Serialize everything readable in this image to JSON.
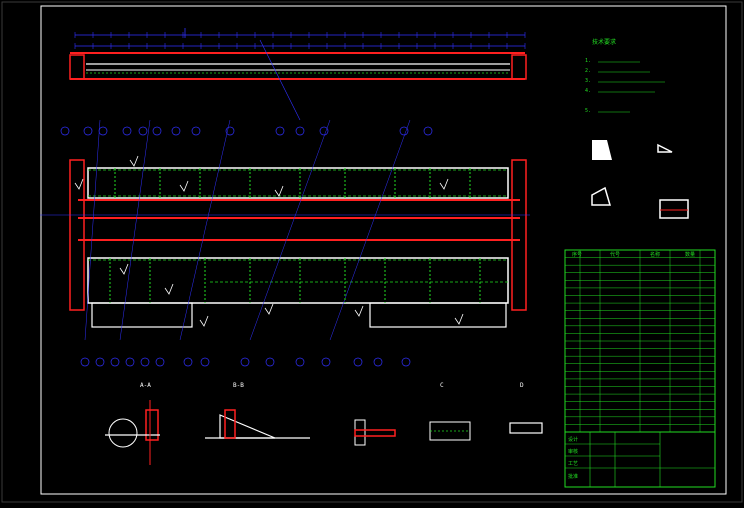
{
  "drawing": {
    "background": "#000000",
    "colors": {
      "frame": "#ffffff",
      "dimension": "#3030ff",
      "member": "#ffffff",
      "rail": "#ff2020",
      "weld": "#22dd22",
      "leader": "#ff40ff",
      "table": "#22dd22",
      "note": "#22dd22",
      "hatch": "#00cccc"
    }
  },
  "notes": {
    "title": "技术要求",
    "lines": [
      "1.",
      "2.",
      "3.",
      "4.",
      "5."
    ]
  },
  "sections": {
    "a": "A-A",
    "b": "B-B",
    "c": "C",
    "d": "D"
  },
  "parts_table": {
    "header": [
      "序号",
      "代号",
      "名称",
      "数量"
    ],
    "rows": 24
  },
  "title_block": {
    "labels": [
      "设计",
      "审核",
      "工艺",
      "批准"
    ]
  }
}
